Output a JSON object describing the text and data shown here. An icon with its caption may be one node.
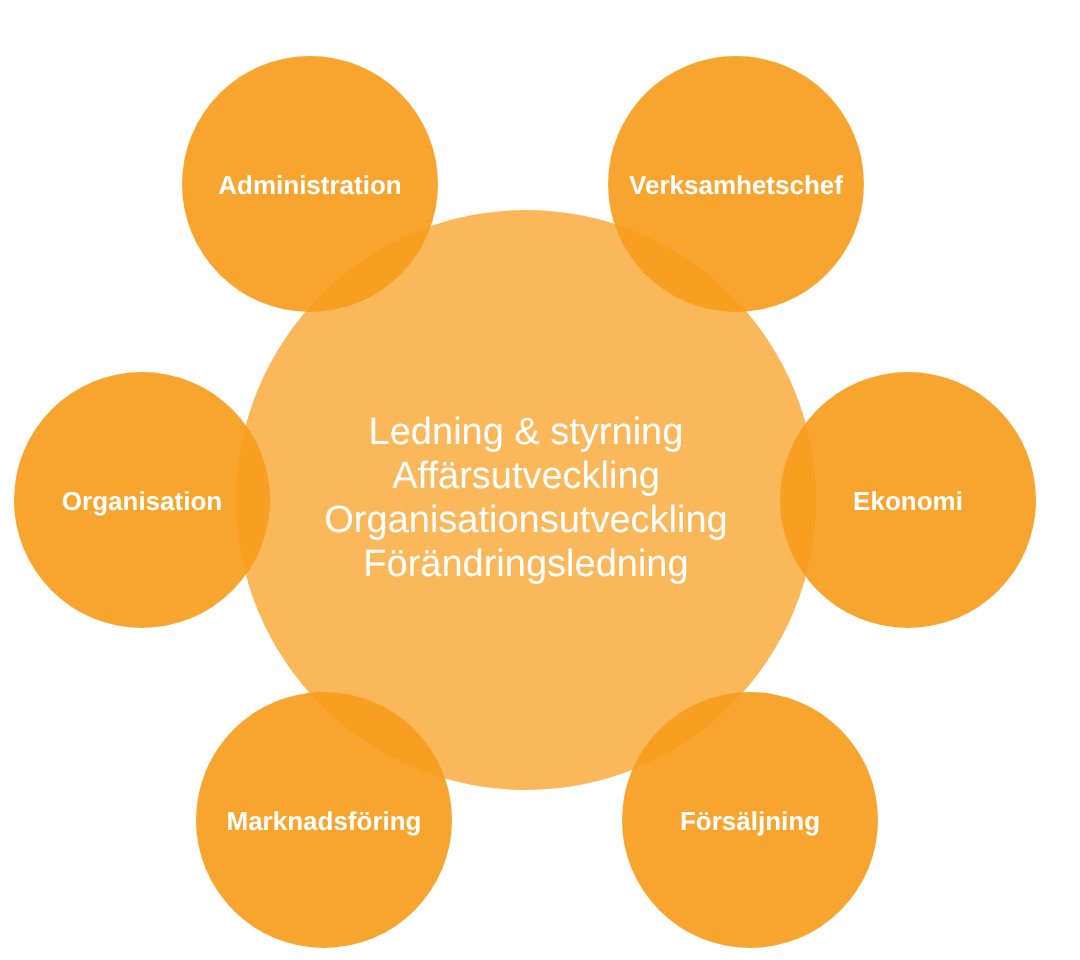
{
  "diagram": {
    "nodes": [
      {
        "text": [
          "Ledning & styrning",
          "Affärsutveckling",
          "Organisationsutveckling",
          "Förändringsledning"
        ]
      },
      {
        "text": [
          "Administration"
        ]
      },
      {
        "text": [
          "Verksamhetschef"
        ]
      },
      {
        "text": [
          "Organisation"
        ]
      },
      {
        "text": [
          "Ekonomi"
        ]
      },
      {
        "text": [
          "Marknadsföring"
        ]
      },
      {
        "text": [
          "Försäljning"
        ]
      }
    ]
  }
}
